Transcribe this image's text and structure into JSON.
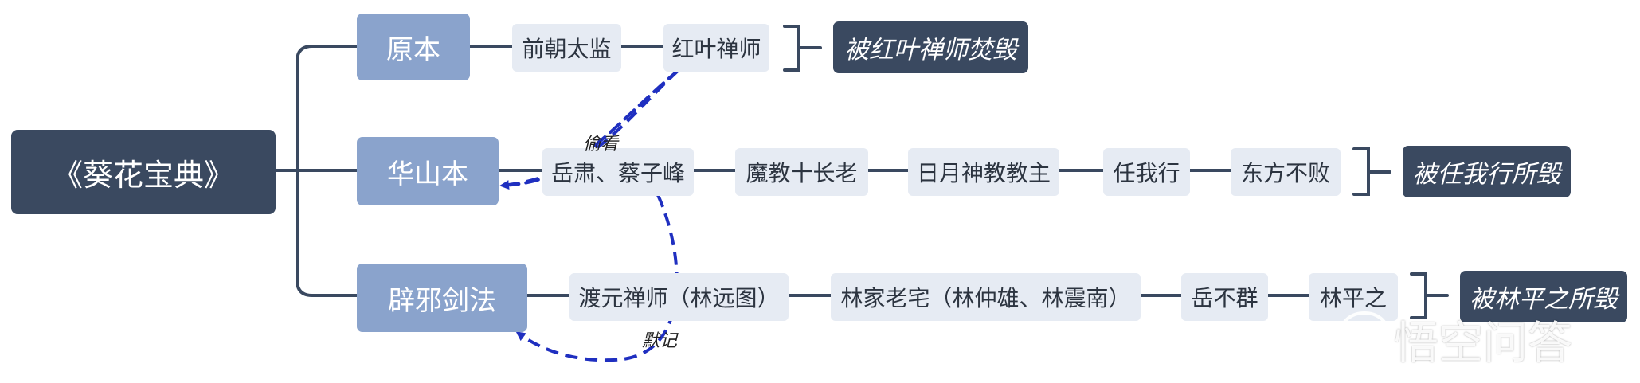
{
  "root": {
    "label": "《葵花宝典》"
  },
  "branches": [
    {
      "label": "原本",
      "chain": [
        "前朝太监",
        "红叶禅师"
      ],
      "result": "被红叶禅师焚毁"
    },
    {
      "label": "华山本",
      "chain": [
        "岳肃、蔡子峰",
        "魔教十长老",
        "日月神教教主",
        "任我行",
        "东方不败"
      ],
      "result": "被任我行所毁"
    },
    {
      "label": "辟邪剑法",
      "chain": [
        "渡元禅师（林远图）",
        "林家老宅（林仲雄、林震南）",
        "岳不群",
        "林平之"
      ],
      "result": "被林平之所毁"
    }
  ],
  "annotations": {
    "peek": "偷看",
    "memorize": "默记"
  },
  "watermark": {
    "text": "悟空问答"
  },
  "colors": {
    "dark": "#3a4960",
    "branch": "#8aa3cc",
    "leaf": "#e6ebf3",
    "arrow": "#1f2fc0"
  }
}
